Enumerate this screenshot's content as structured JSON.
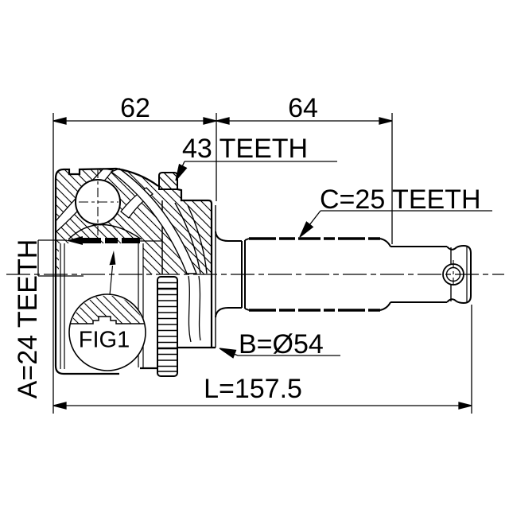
{
  "drawing": {
    "background_color": "#ffffff",
    "line_color": "#000000",
    "balloon_label": "FIG1",
    "dimensions": {
      "housing_width": "62",
      "shaft_section": "64",
      "total_length": "L=157.5",
      "outer_diameter": "B=Ø54"
    },
    "spline_labels": {
      "abs_ring": "43 TEETH",
      "wheel_side_spline": "C=25 TEETH",
      "inner_spline": "A=24 TEETH"
    }
  }
}
